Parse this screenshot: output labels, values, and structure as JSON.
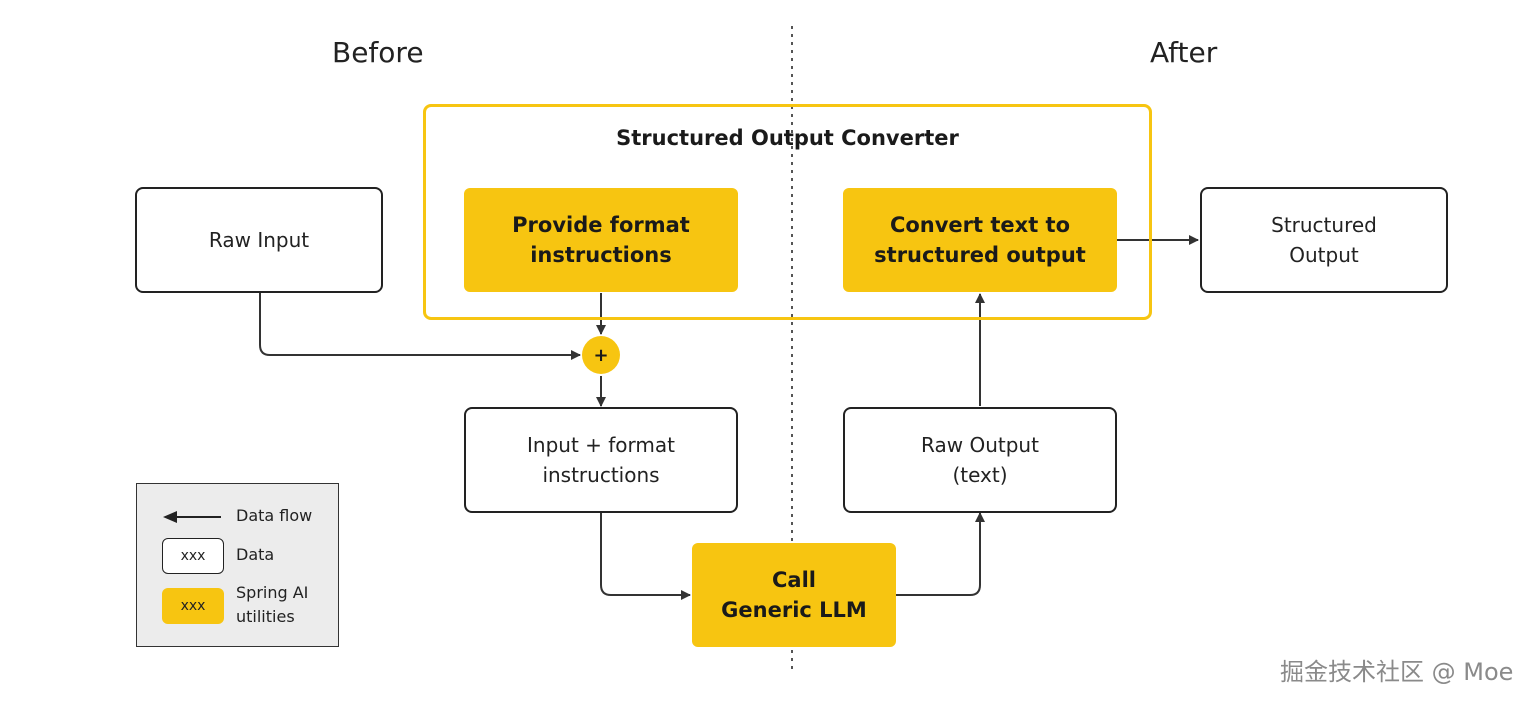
{
  "sections": {
    "before": "Before",
    "after": "After"
  },
  "converter": {
    "title": "Structured Output Converter",
    "provide": "Provide format\ninstructions",
    "convert": "Convert text to\nstructured  output"
  },
  "nodes": {
    "raw_input": "Raw Input",
    "structured_output": "Structured\nOutput",
    "input_format": "Input + format\ninstructions",
    "raw_output": "Raw Output\n(text)",
    "llm": "Call\nGeneric LLM",
    "combine": "+"
  },
  "legend": {
    "data_flow": "Data flow",
    "data_sample": "xxx",
    "data": "Data",
    "util_sample": "xxx",
    "utils": "Spring AI\nutilities"
  },
  "colors": {
    "accent": "#f7c511",
    "line": "#333333",
    "legend_bg": "#ececec"
  },
  "watermark": "掘金技术社区 @ Moe"
}
